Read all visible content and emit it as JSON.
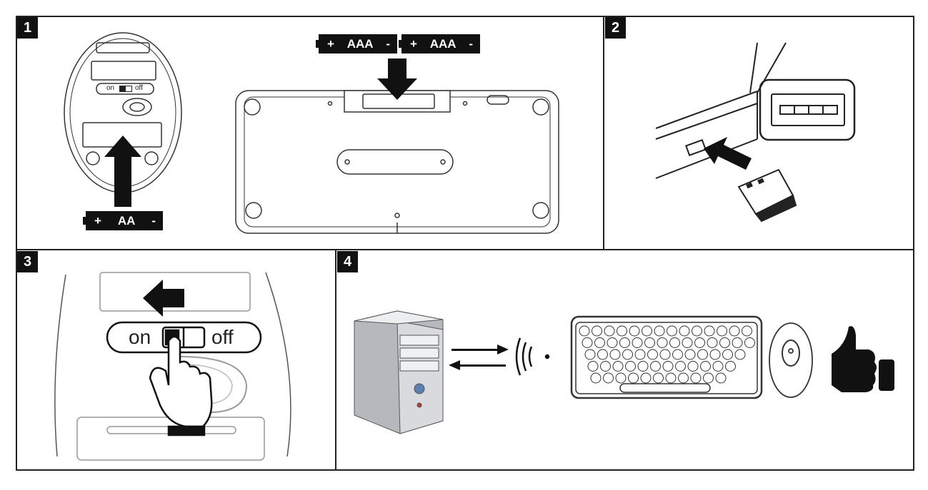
{
  "steps": {
    "step1": "1",
    "step2": "2",
    "step3": "3",
    "step4": "4"
  },
  "mouse_battery": {
    "plus": "+",
    "type": "AA",
    "minus": "-"
  },
  "keyboard_batteries": [
    {
      "plus": "+",
      "type": "AAA",
      "minus": "-"
    },
    {
      "plus": "+",
      "type": "AAA",
      "minus": "-"
    }
  ],
  "switch_small": {
    "on": "on",
    "off": "off"
  },
  "switch_large": {
    "on": "on",
    "off": "off"
  },
  "icons": {
    "computer": "computer-tower-icon",
    "transfer": "two-way-arrows-icon",
    "wireless": "wireless-signal-icon",
    "keyboard": "keyboard-icon",
    "mouse": "mouse-icon",
    "approval": "thumbs-up-icon"
  }
}
